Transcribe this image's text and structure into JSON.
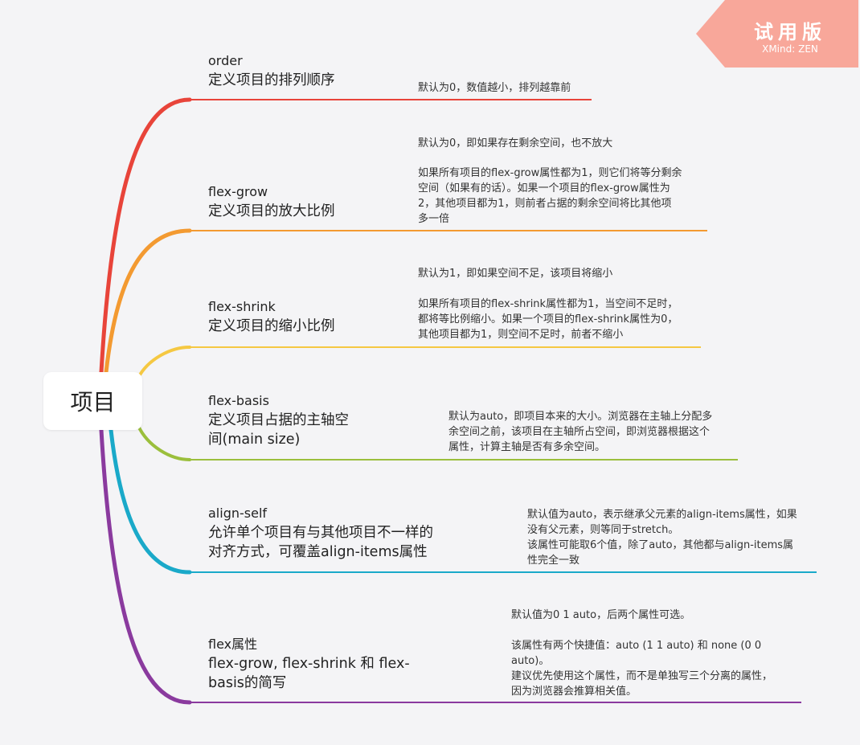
{
  "root": {
    "label": "项目"
  },
  "watermark": {
    "title": "试用版",
    "subtitle": "XMind: ZEN",
    "color": "#f8a79a"
  },
  "branches": [
    {
      "name": "order",
      "desc": [
        "定义项目的排列顺序"
      ],
      "color": "#e8443a",
      "notes": [
        [
          "默认为0，数值越小，排列越靠前"
        ]
      ]
    },
    {
      "name": "flex-grow",
      "desc": [
        "定义项目的放大比例"
      ],
      "color": "#f39a31",
      "notes": [
        [
          "默认为0，即如果存在剩余空间，也不放大"
        ],
        [
          "如果所有项目的flex-grow属性都为1，则它们将等分剩余",
          "空间（如果有的话）。如果一个项目的flex-grow属性为",
          "2，其他项目都为1，则前者占据的剩余空间将比其他项",
          "多一倍"
        ]
      ]
    },
    {
      "name": "flex-shrink",
      "desc": [
        "定义项目的缩小比例"
      ],
      "color": "#f5c842",
      "notes": [
        [
          "默认为1，即如果空间不足，该项目将缩小"
        ],
        [
          "如果所有项目的flex-shrink属性都为1，当空间不足时，",
          "都将等比例缩小。如果一个项目的flex-shrink属性为0，",
          "其他项目都为1，则空间不足时，前者不缩小"
        ]
      ]
    },
    {
      "name": "flex-basis",
      "desc": [
        "定义项目占据的主轴空",
        "间(main size)"
      ],
      "color": "#9bbf3c",
      "notes": [
        [
          "默认为auto，即项目本来的大小。浏览器在主轴上分配多",
          "余空间之前，该项目在主轴所占空间，即浏览器根据这个",
          "属性，计算主轴是否有多余空间。"
        ]
      ]
    },
    {
      "name": "align-self",
      "desc": [
        "允许单个项目有与其他项目不一样的",
        "对齐方式，可覆盖align-items属性"
      ],
      "color": "#1aa9c9",
      "notes": [
        [
          "默认值为auto，表示继承父元素的align-items属性，如果",
          "没有父元素，则等同于stretch。",
          "该属性可能取6个值，除了auto，其他都与align-items属",
          "性完全一致"
        ]
      ]
    },
    {
      "name": "flex属性",
      "desc": [
        "flex-grow, flex-shrink 和 flex-",
        "basis的简写"
      ],
      "color": "#8a3a9e",
      "notes": [
        [
          "默认值为0 1 auto，后两个属性可选。"
        ],
        [
          "该属性有两个快捷值：auto (1 1 auto) 和 none (0 0",
          "auto)。",
          "建议优先使用这个属性，而不是单独写三个分离的属性，",
          "因为浏览器会推算相关值。"
        ]
      ]
    }
  ]
}
